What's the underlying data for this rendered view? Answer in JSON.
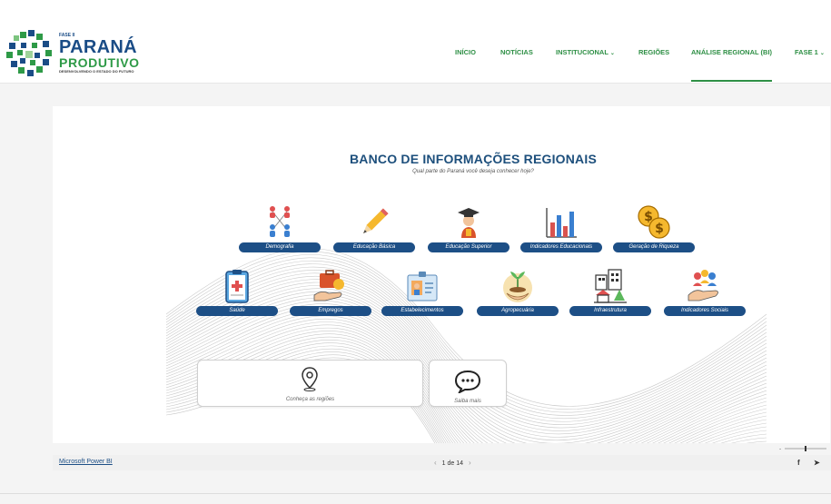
{
  "logo": {
    "fase": "FASE II",
    "name_line1": "PARANÁ",
    "name_line2": "PRODUTIVO",
    "tagline": "DESENVOLVENDO O ESTADO DO FUTURO"
  },
  "nav": {
    "items": [
      {
        "label": "INÍCIO"
      },
      {
        "label": "NOTÍCIAS"
      },
      {
        "label": "INSTITUCIONAL"
      },
      {
        "label": "REGIÕES"
      },
      {
        "label": "ANÁLISE REGIONAL (BI)"
      },
      {
        "label": "FASE 1"
      }
    ],
    "active": "ANÁLISE REGIONAL (BI)"
  },
  "report": {
    "title": "BANCO DE INFORMAÇÕES REGIONAIS",
    "subtitle": "Qual parte do Paraná você deseja conhecer hoje?",
    "row1": [
      {
        "label": "Demografia",
        "icon": "people-network-icon"
      },
      {
        "label": "Educação Básica",
        "icon": "pencil-icon"
      },
      {
        "label": "Educação Superior",
        "icon": "graduation-cap-icon"
      },
      {
        "label": "Indicadores Educacionais",
        "icon": "bar-chart-icon"
      },
      {
        "label": "Geração de Riqueza",
        "icon": "coins-icon"
      }
    ],
    "row2": [
      {
        "label": "Saúde",
        "icon": "clipboard-health-icon"
      },
      {
        "label": "Empregos",
        "icon": "briefcase-hand-icon"
      },
      {
        "label": "Estabelecimentos",
        "icon": "id-badge-icon"
      },
      {
        "label": "Agropecuária",
        "icon": "plant-hand-icon"
      },
      {
        "label": "Infraestrutura",
        "icon": "city-buildings-icon"
      },
      {
        "label": "Indicadores Sociais",
        "icon": "people-hand-icon"
      }
    ],
    "cards": {
      "regions": "Conheça as regiões",
      "more": "Saiba mais"
    }
  },
  "footer": {
    "powerbi_link": "Microsoft Power BI",
    "page_indicator": "1 de 14"
  },
  "colors": {
    "nav_green": "#2e8f45",
    "pill_blue": "#1d4f86",
    "title_blue": "#1d4f7c"
  }
}
